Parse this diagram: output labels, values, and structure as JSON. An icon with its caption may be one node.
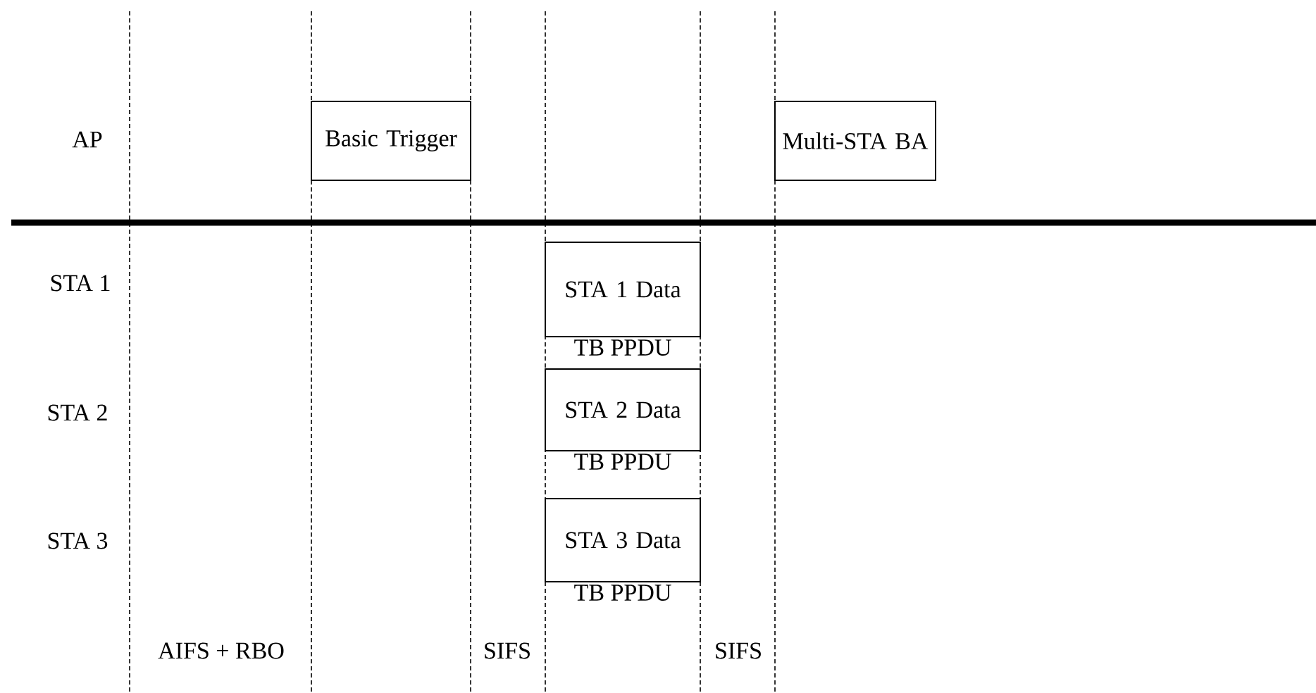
{
  "diagram": {
    "nodes": [
      {
        "text": [
          "Basic Trigger"
        ]
      },
      {
        "text": [
          "Multi-STA BA"
        ]
      },
      {
        "text": [
          "STA 1 Data"
        ],
        "beside": [
          "TB PPDU"
        ]
      },
      {
        "text": [
          "STA 2 Data"
        ],
        "beside": [
          "TB PPDU"
        ]
      },
      {
        "text": [
          "STA 3 Data"
        ],
        "beside": [
          "TB PPDU"
        ]
      }
    ],
    "edges": [],
    "labels": [
      "AP",
      "STA 1",
      "STA 2",
      "STA 3",
      "AIFS + RBO",
      "SIFS",
      "SIFS"
    ]
  }
}
